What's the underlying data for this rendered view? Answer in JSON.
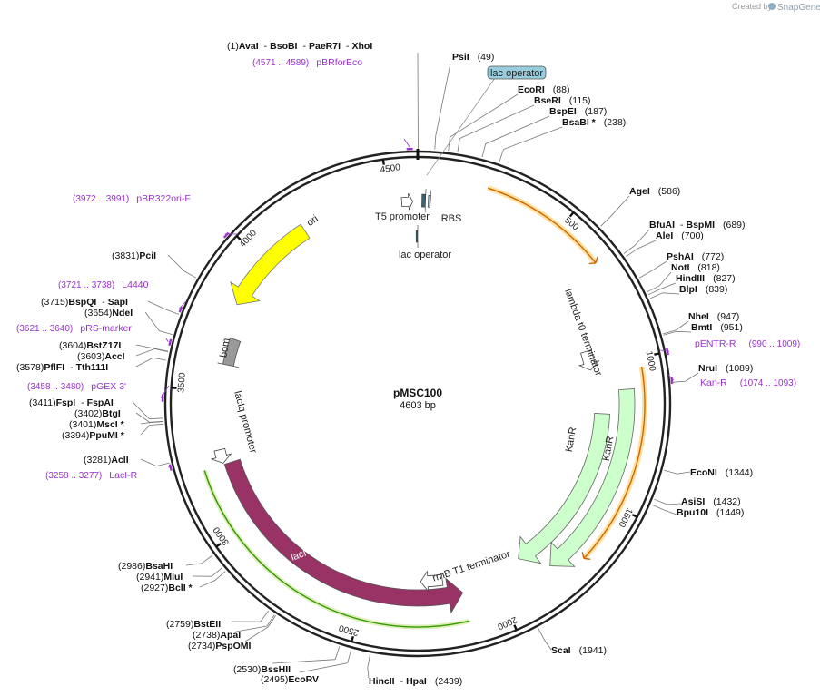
{
  "branding": {
    "created_by": "Created by",
    "product": "SnapGene"
  },
  "plasmid": {
    "name": "pMSC100",
    "length_label": "4603 bp",
    "length": 4603
  },
  "ticks": [
    "500",
    "1000",
    "1500",
    "2000",
    "2500",
    "3000",
    "3500",
    "4000",
    "4500"
  ],
  "sites": [
    {
      "id": "ava",
      "pos": 1,
      "names": [
        "AvaI",
        "BsoBI",
        "PaeR7I",
        "XhoI"
      ],
      "num": "(1)"
    },
    {
      "id": "psi",
      "pos": 49,
      "names": [
        "PsiI"
      ],
      "num": "(49)"
    },
    {
      "id": "ecori",
      "pos": 88,
      "names": [
        "EcoRI"
      ],
      "num": "(88)"
    },
    {
      "id": "bseri",
      "pos": 115,
      "names": [
        "BseRI"
      ],
      "num": "(115)"
    },
    {
      "id": "bspei",
      "pos": 187,
      "names": [
        "BspEI"
      ],
      "num": "(187)"
    },
    {
      "id": "bsabi",
      "pos": 238,
      "names": [
        "BsaBI *"
      ],
      "num": "(238)"
    },
    {
      "id": "agei",
      "pos": 586,
      "names": [
        "AgeI"
      ],
      "num": "(586)"
    },
    {
      "id": "bfuai",
      "pos": 689,
      "names": [
        "BfuAI",
        "BspMI"
      ],
      "num": "(689)"
    },
    {
      "id": "alei",
      "pos": 700,
      "names": [
        "AleI"
      ],
      "num": "(700)"
    },
    {
      "id": "pshai",
      "pos": 772,
      "names": [
        "PshAI"
      ],
      "num": "(772)"
    },
    {
      "id": "noti",
      "pos": 818,
      "names": [
        "NotI"
      ],
      "num": "(818)"
    },
    {
      "id": "hindiii",
      "pos": 827,
      "names": [
        "HindIII"
      ],
      "num": "(827)"
    },
    {
      "id": "blpi",
      "pos": 839,
      "names": [
        "BlpI"
      ],
      "num": "(839)"
    },
    {
      "id": "nhei",
      "pos": 947,
      "names": [
        "NheI"
      ],
      "num": "(947)"
    },
    {
      "id": "bmti",
      "pos": 951,
      "names": [
        "BmtI"
      ],
      "num": "(951)"
    },
    {
      "id": "nrui",
      "pos": 1089,
      "names": [
        "NruI"
      ],
      "num": "(1089)"
    },
    {
      "id": "econi",
      "pos": 1344,
      "names": [
        "EcoNI"
      ],
      "num": "(1344)"
    },
    {
      "id": "asisi",
      "pos": 1432,
      "names": [
        "AsiSI"
      ],
      "num": "(1432)"
    },
    {
      "id": "bpu10i",
      "pos": 1449,
      "names": [
        "Bpu10I"
      ],
      "num": "(1449)"
    },
    {
      "id": "scai",
      "pos": 1941,
      "names": [
        "ScaI"
      ],
      "num": "(1941)"
    },
    {
      "id": "hincii",
      "pos": 2439,
      "names": [
        "HincII",
        "HpaI"
      ],
      "num": "(2439)"
    },
    {
      "id": "ecorv",
      "pos": 2495,
      "names": [
        "EcoRV"
      ],
      "num": "(2495)"
    },
    {
      "id": "bsshii",
      "pos": 2530,
      "names": [
        "BssHII"
      ],
      "num": "(2530)"
    },
    {
      "id": "pspomi",
      "pos": 2734,
      "names": [
        "PspOMI"
      ],
      "num": "(2734)"
    },
    {
      "id": "apai",
      "pos": 2738,
      "names": [
        "ApaI"
      ],
      "num": "(2738)"
    },
    {
      "id": "bsteii",
      "pos": 2759,
      "names": [
        "BstEII"
      ],
      "num": "(2759)"
    },
    {
      "id": "bcli",
      "pos": 2927,
      "names": [
        "BclI *"
      ],
      "num": "(2927)"
    },
    {
      "id": "mlui",
      "pos": 2941,
      "names": [
        "MluI"
      ],
      "num": "(2941)"
    },
    {
      "id": "bsahi",
      "pos": 2986,
      "names": [
        "BsaHI"
      ],
      "num": "(2986)"
    },
    {
      "id": "acli",
      "pos": 3281,
      "names": [
        "AclI"
      ],
      "num": "(3281)"
    },
    {
      "id": "ppumi",
      "pos": 3394,
      "names": [
        "PpuMI *"
      ],
      "num": "(3394)"
    },
    {
      "id": "msci",
      "pos": 3401,
      "names": [
        "MscI *"
      ],
      "num": "(3401)"
    },
    {
      "id": "btgi",
      "pos": 3402,
      "names": [
        "BtgI"
      ],
      "num": "(3402)"
    },
    {
      "id": "fspi",
      "pos": 3411,
      "names": [
        "FspI",
        "FspAI"
      ],
      "num": "(3411)"
    },
    {
      "id": "pflfi",
      "pos": 3578,
      "names": [
        "PflFI",
        "Tth111I"
      ],
      "num": "(3578)"
    },
    {
      "id": "acci",
      "pos": 3603,
      "names": [
        "AccI"
      ],
      "num": "(3603)"
    },
    {
      "id": "bstz17i",
      "pos": 3604,
      "names": [
        "BstZ17I"
      ],
      "num": "(3604)"
    },
    {
      "id": "ndei",
      "pos": 3654,
      "names": [
        "NdeI"
      ],
      "num": "(3654)"
    },
    {
      "id": "bspqi",
      "pos": 3715,
      "names": [
        "BspQI",
        "SapI"
      ],
      "num": "(3715)"
    },
    {
      "id": "pcii",
      "pos": 3831,
      "names": [
        "PciI"
      ],
      "num": "(3831)"
    }
  ],
  "primers": [
    {
      "id": "pbrforeco",
      "name": "pBRforEco",
      "range": "(4571 .. 4589)",
      "start": 4571,
      "end": 4589
    },
    {
      "id": "pbr322ori-f",
      "name": "pBR322ori-F",
      "range": "(3972 .. 3991)",
      "start": 3972,
      "end": 3991
    },
    {
      "id": "l4440",
      "name": "L4440",
      "range": "(3721 .. 3738)",
      "start": 3721,
      "end": 3738
    },
    {
      "id": "prs-marker",
      "name": "pRS-marker",
      "range": "(3621 .. 3640)",
      "start": 3621,
      "end": 3640
    },
    {
      "id": "pgex3",
      "name": "pGEX 3'",
      "range": "(3458 .. 3480)",
      "start": 3458,
      "end": 3480
    },
    {
      "id": "laci-r",
      "name": "LacI-R",
      "range": "(3258 .. 3277)",
      "start": 3258,
      "end": 3277
    },
    {
      "id": "pentr-r",
      "name": "pENTR-R",
      "range": "(990 .. 1009)",
      "start": 990,
      "end": 1009
    },
    {
      "id": "kan-r",
      "name": "Kan-R",
      "range": "(1074 .. 1093)",
      "start": 1074,
      "end": 1093
    }
  ],
  "features": {
    "lac_operator_label": "lac operator",
    "lac_operator_inner_label": "lac operator",
    "t5_promoter": "T5 promoter",
    "rbs": "RBS",
    "ori": "ori",
    "bom": "bom",
    "lacIq_promoter": "lacIq promoter",
    "lacI": "lacI",
    "lambda_t0": "lambda t0 terminator",
    "kanr_a": "KanR",
    "kanr_b": "KanR",
    "rrnb_t1": "rrnB T1 terminator"
  },
  "colors": {
    "ori": "#ffff00",
    "lacI": "#993366",
    "kanr": "#ccffcc",
    "bom": "#999999",
    "lac_operator": "#99ccdd",
    "primer": "#9933cc",
    "orf_orange": "#cc6600",
    "orf_green": "#339900"
  }
}
